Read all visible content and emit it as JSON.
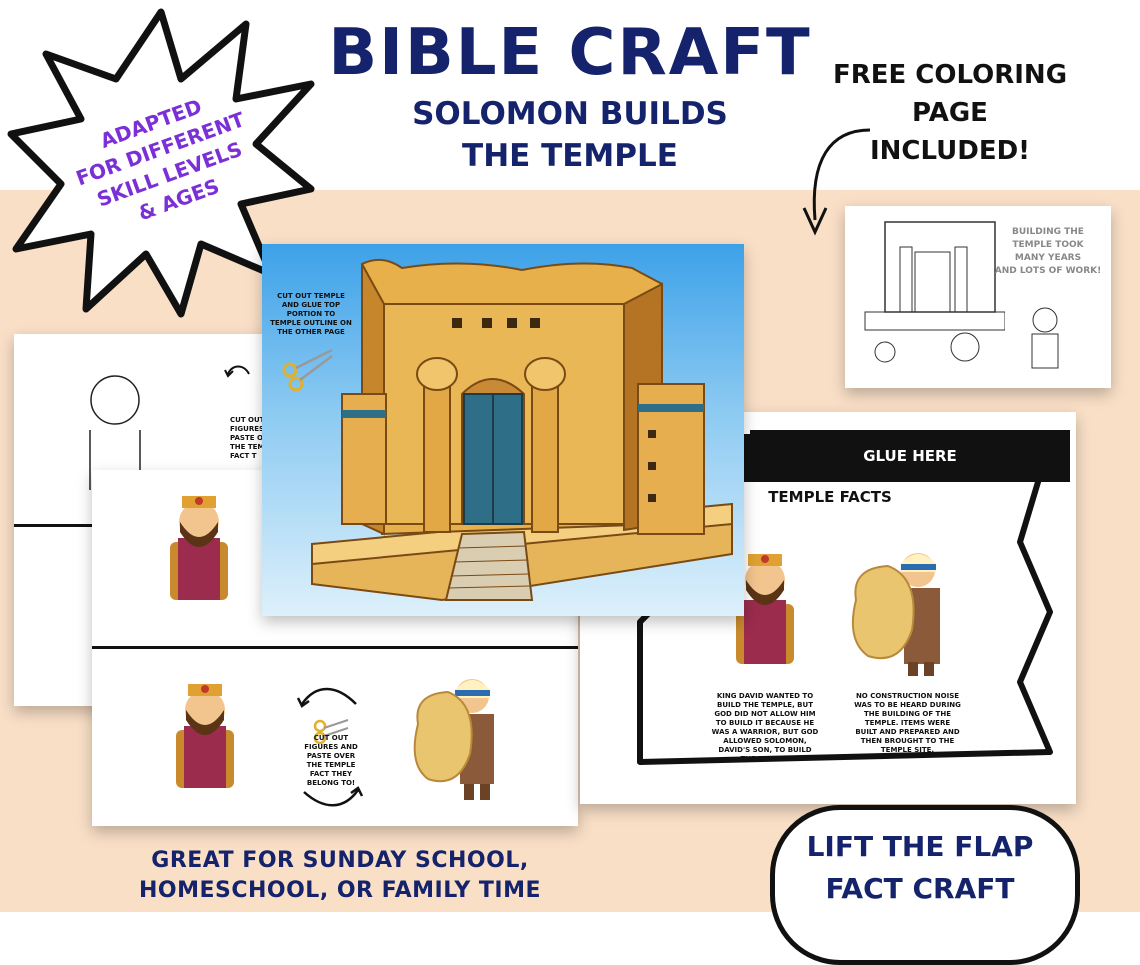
{
  "header": {
    "title": "BIBLE CRAFT",
    "subtitle_line1": "SOLOMON BUILDS",
    "subtitle_line2": "THE TEMPLE"
  },
  "free_note": {
    "line1": "FREE COLORING",
    "line2": "PAGE",
    "line3": "INCLUDED!"
  },
  "badge": {
    "line1": "ADAPTED",
    "line2": "FOR DIFFERENT",
    "line3": "SKILL LEVELS",
    "line4": "& AGES"
  },
  "temple_card": {
    "instruction_l1": "CUT OUT TEMPLE",
    "instruction_l2": "AND GLUE TOP",
    "instruction_l3": "PORTION TO",
    "instruction_l4": "TEMPLE OUTLINE ON",
    "instruction_l5": "THE OTHER PAGE"
  },
  "coloring_card": {
    "caption_l1": "BUILDING THE",
    "caption_l2": "TEMPLE TOOK",
    "caption_l3": "MANY YEARS",
    "caption_l4": "AND LOTS OF WORK!"
  },
  "figures_card_back": {
    "text_l1": "CUT OUT",
    "text_l2": "FIGURES",
    "text_l3": "PASTE O",
    "text_l4": "THE TEMI",
    "text_l5": "FACT T"
  },
  "figures_card_front": {
    "text_l1": "CUT OUT",
    "text_l2": "FIGURES AND",
    "text_l3": "PASTE OVER",
    "text_l4": "THE TEMPLE",
    "text_l5": "FACT THEY",
    "text_l6": "BELONG TO!"
  },
  "facts_card": {
    "glue": "GLUE HERE",
    "title": "TEMPLE FACTS",
    "fact1_l1": "KING DAVID WANTED TO",
    "fact1_l2": "BUILD THE TEMPLE, BUT",
    "fact1_l3": "GOD DID NOT ALLOW HIM",
    "fact1_l4": "TO BUILD IT BECAUSE HE",
    "fact1_l5": "WAS A WARRIOR, BUT GOD",
    "fact1_l6": "ALLOWED SOLOMON,",
    "fact1_l7": "DAVID'S SON, TO BUILD",
    "fact1_l8": "THE TEMPLE",
    "fact2_l1": "NO CONSTRUCTION NOISE",
    "fact2_l2": "WAS TO BE HEARD DURING",
    "fact2_l3": "THE BUILDING OF THE",
    "fact2_l4": "TEMPLE. ITEMS WERE",
    "fact2_l5": "BUILT AND PREPARED AND",
    "fact2_l6": "THEN BROUGHT TO THE",
    "fact2_l7": "TEMPLE SITE."
  },
  "footer": {
    "line1": "GREAT FOR SUNDAY SCHOOL,",
    "line2": "HOMESCHOOL, OR FAMILY TIME"
  },
  "lift_badge": {
    "line1": "LIFT THE FLAP",
    "line2": "FACT CRAFT"
  },
  "colors": {
    "navy": "#14236b",
    "purple": "#7b2fd6",
    "peach": "#f9dfc6"
  }
}
